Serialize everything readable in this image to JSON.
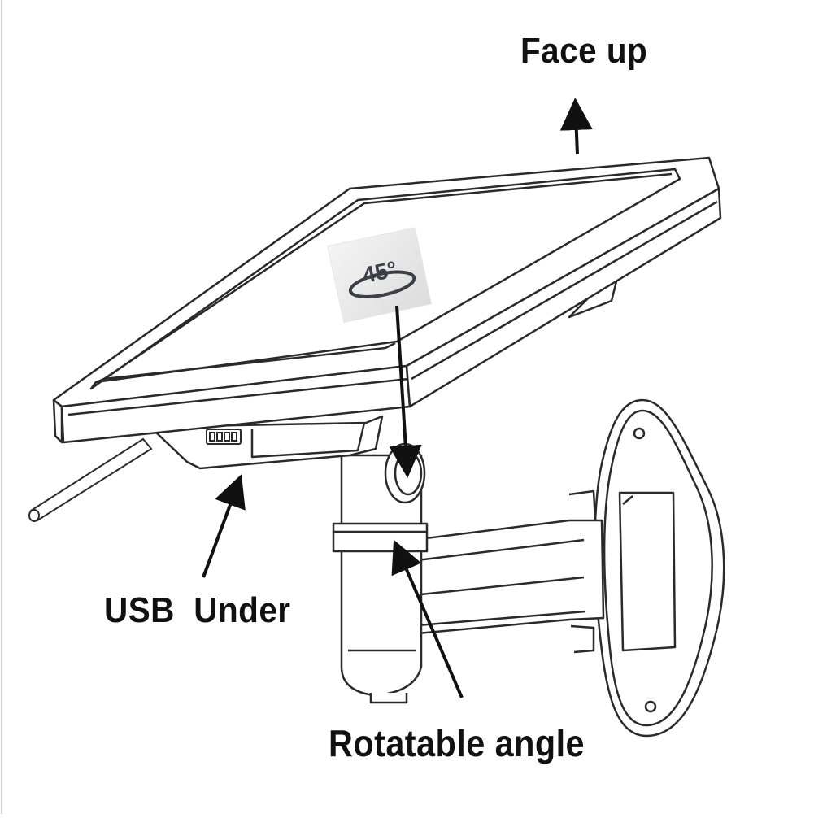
{
  "labels": {
    "face_up": "Face up",
    "usb_under": "USB  Under",
    "rotatable_angle": "Rotatable angle",
    "angle_badge": "45°"
  },
  "colors": {
    "line": "#2a2a2a",
    "arrow": "#111111",
    "badge_text": "#3a3f4a"
  }
}
